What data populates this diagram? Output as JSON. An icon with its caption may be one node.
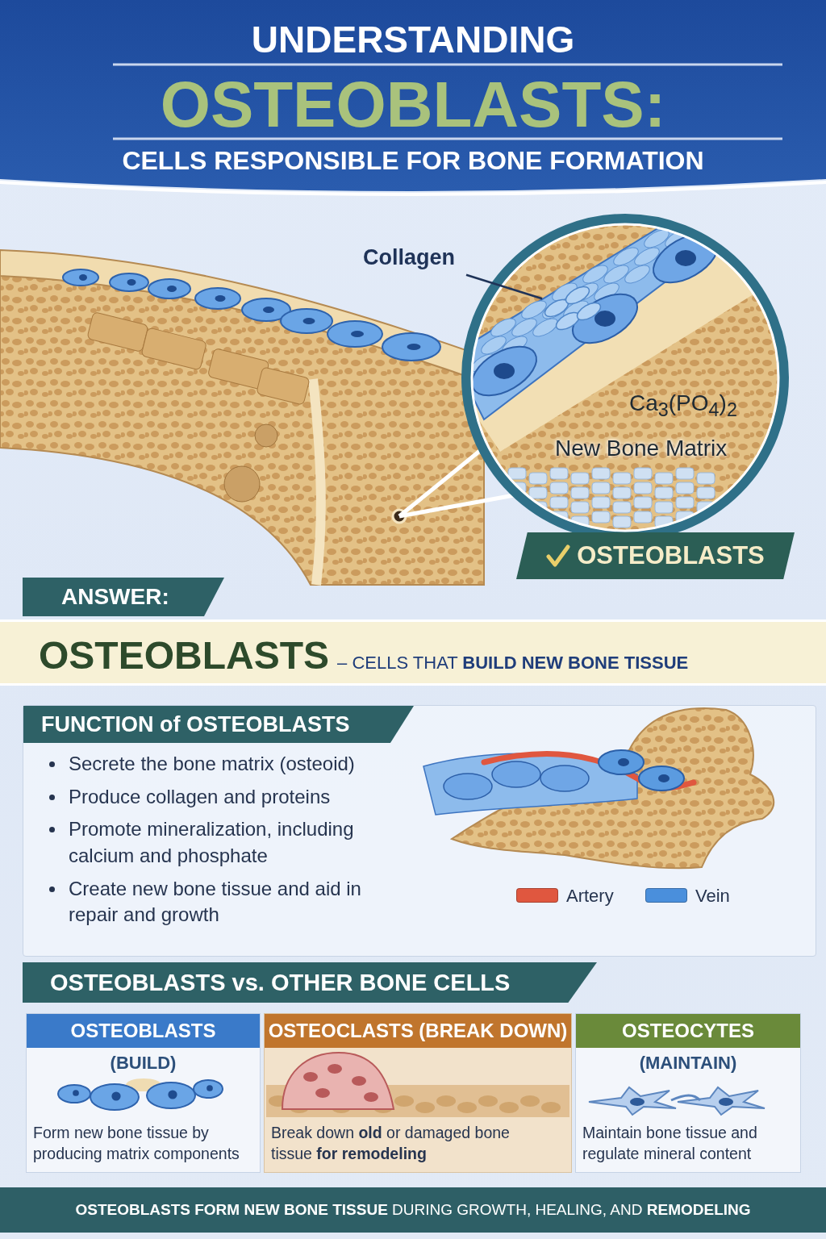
{
  "diagram": {
    "title": "OSTEOBLASTS:",
    "nodes": [
      {
        "text": [
          "Collagen"
        ]
      },
      {
        "text": [
          "OSTEOBLASTS"
        ]
      },
      {
        "text": [
          "ANSWER:"
        ]
      },
      {
        "text": [
          "OSTEOBLASTS",
          "– CELLS THAT **BUILD NEW BONE TISSUE**"
        ]
      },
      {
        "text": [
          "FUNCTION of OSTEOBLASTS",
          "Secrete the bone matrix (osteoid)",
          "Produce collagen and proteins",
          "Promote mineralization, including calcium and phosphate",
          "Create new bone tissue and aid in repair and growth"
        ]
      },
      {
        "text": [
          "OSTEOBLASTS vs. OTHER BONE CELLS"
        ]
      },
      {
        "text": [
          "OSTEOBLASTS",
          "(BUILD)",
          "Form new bone tissue by producing matrix components"
        ]
      },
      {
        "text": [
          "OSTEOCLASTS (BREAK DOWN)",
          "Break down **old** or damaged bone tissue **for remodeling**"
        ]
      },
      {
        "text": [
          "OSTEOCYTES",
          "(MAINTAIN)",
          "Maintain bone tissue and regulate mineral content"
        ]
      },
      {
        "text": [
          "**OSTEOBLASTS FORM NEW BONE TISSUE** DURING GROWTH, HEALING, AND **REMODELING**"
        ]
      },
      {
        "text": [],
        "shape": "picture"
      }
    ],
    "edges": [
      {
        "from": 0,
        "to": 10,
        "arrow": "none"
      }
    ],
    "labels": [
      "UNDERSTANDING",
      "CELLS RESPONSIBLE FOR BONE FORMATION",
      "Ca$_{3}$(PO$_{4}$)$_{2}$",
      "New Bone Matrix"
    ],
    "legend": [
      {
        "text": "Artery",
        "color": "#e0573f"
      },
      {
        "text": "Vein",
        "color": "#4a8fdc"
      }
    ]
  }
}
